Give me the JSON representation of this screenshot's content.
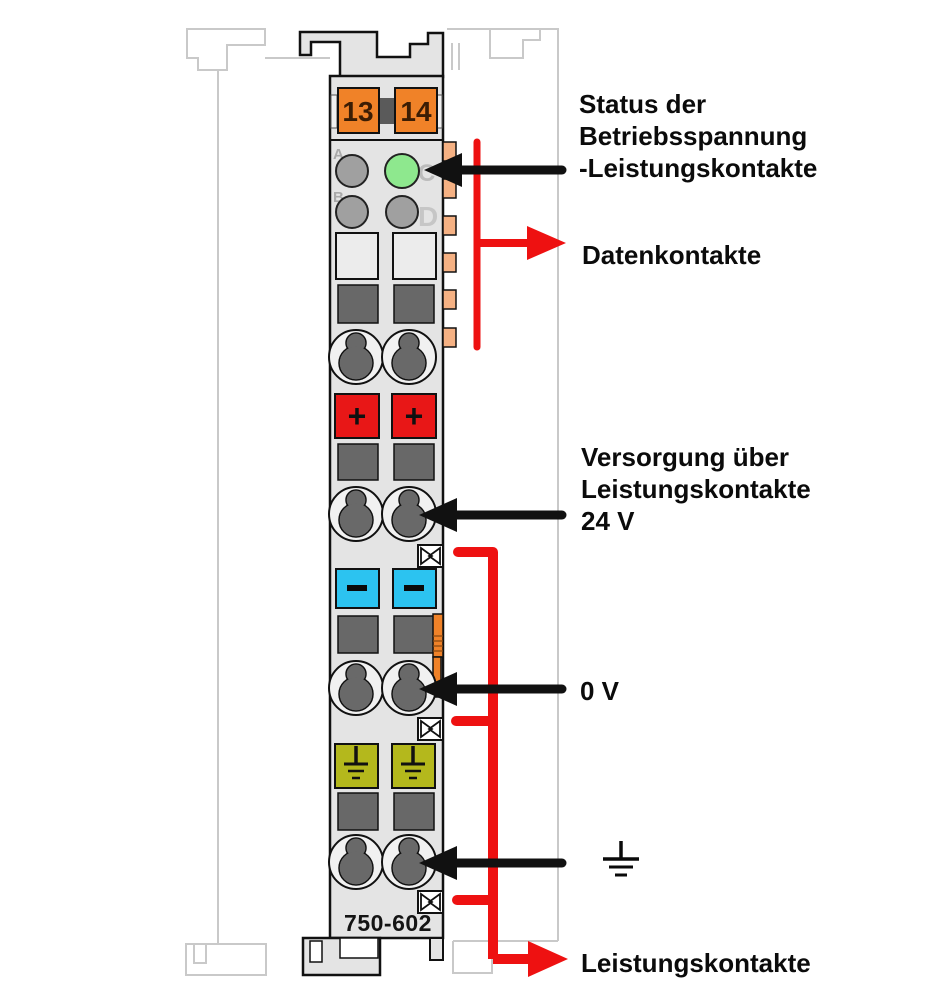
{
  "module": {
    "id_label": "750-602",
    "terminal_numbers": [
      "13",
      "14"
    ],
    "led_labels": [
      "A",
      "B",
      "C",
      "D"
    ],
    "plus_label": "+",
    "colors": {
      "body_gray": "#e4e4e4",
      "terminal_orange": "#f08228",
      "terminal_red": "#e81717",
      "terminal_blue": "#2cc3f0",
      "terminal_olive": "#b4b81c",
      "led_green": "#8ee88e",
      "led_gray": "#a0a0a0",
      "data_contact_tab": "#f5b183",
      "dark_opening": "#686868",
      "annotation_red": "#ee1111",
      "annotation_black": "#111111",
      "neighbor_outline": "#c9c9c9"
    }
  },
  "annotations": {
    "status": {
      "lines": [
        "Status der",
        "Betriebsspannung",
        "-Leistungskontakte"
      ]
    },
    "data_contacts": {
      "label": "Datenkontakte"
    },
    "supply": {
      "lines": [
        "Versorgung über",
        "Leistungskontakte",
        "24 V"
      ]
    },
    "zero_volt": {
      "label": "0 V"
    },
    "ground": {
      "icon": "earth-ground-symbol"
    },
    "power_contacts": {
      "label": "Leistungskontakte"
    }
  }
}
